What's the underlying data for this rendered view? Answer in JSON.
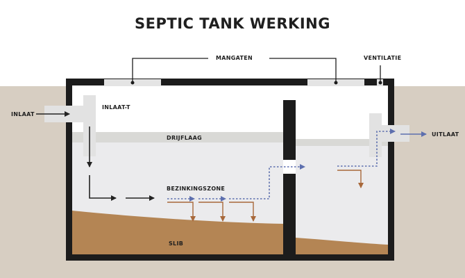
{
  "title": "SEPTIC TANK WERKING",
  "labels": {
    "manholes": "MANGATEN",
    "vent": "VENTILATIE",
    "inlet": "INLAAT",
    "inlet_tee": "INLAAT-T",
    "scum_layer": "DRIJFLAAG",
    "settling_zone": "BEZINKINGSZONE",
    "sludge": "SLIB",
    "outlet": "UITLAAT"
  },
  "colors": {
    "soil": "#d7cec2",
    "tank_wall": "#1c1c1c",
    "liquid": "#ebebed",
    "scum": "#d9d9d6",
    "sludge": "#b48554",
    "pipe": "#e2e2e2",
    "flow_arrow": "#222222",
    "clarified_flow": "#5d6fae",
    "settling_arrow": "#a8683a"
  }
}
